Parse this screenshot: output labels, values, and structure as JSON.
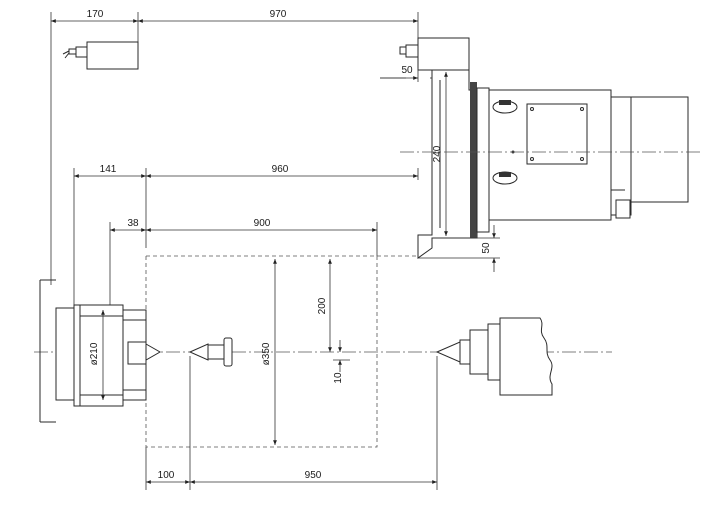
{
  "dimensions": {
    "d170": "170",
    "d970": "970",
    "d50_top": "50",
    "d240": "240",
    "d141": "141",
    "d960": "960",
    "d38": "38",
    "d900": "900",
    "d50_side": "50",
    "d200": "200",
    "d210": "ø210",
    "d350": "ø350",
    "d10": "10",
    "d100": "100",
    "d950": "950"
  }
}
